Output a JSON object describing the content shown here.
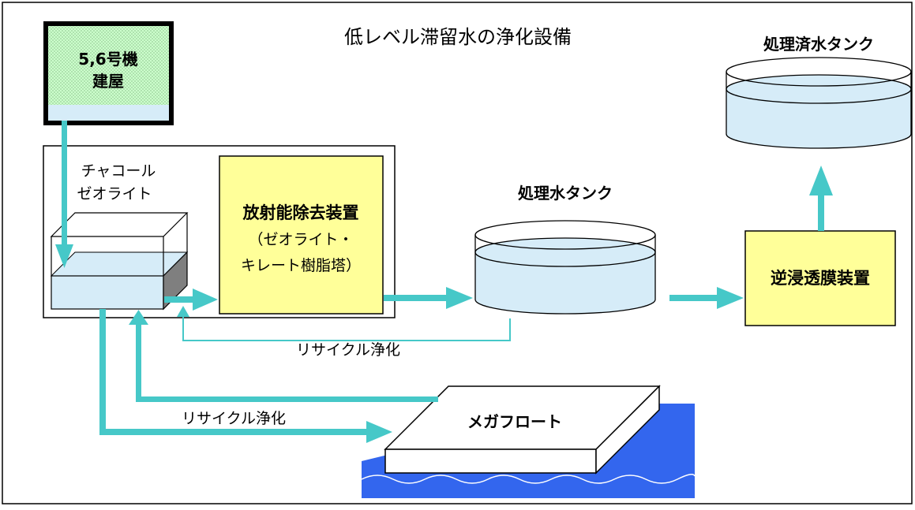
{
  "title": "低レベル滞留水の浄化設備",
  "building": {
    "line1": "5,6号機",
    "line2": "建屋"
  },
  "charcoal": {
    "line1": "チャコール",
    "line2": "ゼオライト"
  },
  "radioactive_removal": {
    "line1": "放射能除去装置",
    "line2": "（ゼオライト・",
    "line3": "キレート樹脂塔）"
  },
  "treated_tank": "処理水タンク",
  "ro_device": "逆浸透膜装置",
  "final_tank": "処理済水タンク",
  "recycle_upper": "リサイクル浄化",
  "recycle_lower": "リサイクル浄化",
  "megafloat": "メガフロート",
  "colors": {
    "arrow": "#46c8c8",
    "water": "#d6ecf8",
    "device_fill": "#ffff99",
    "building_fill": "#ccffcc",
    "sea": "#3366ee"
  }
}
